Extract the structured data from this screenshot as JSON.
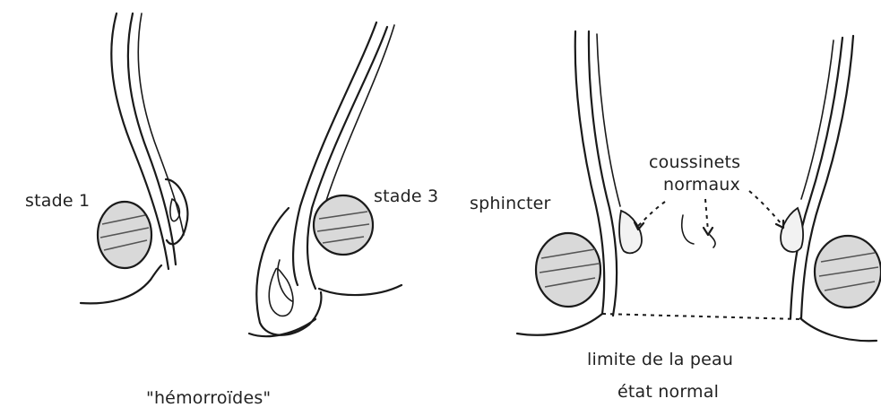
{
  "labels": {
    "stage1": "stade 1",
    "stage3": "stade 3",
    "sphincter": "sphincter",
    "cushions_line1": "coussinets",
    "cushions_line2": "normaux",
    "skin_limit": "limite de la peau",
    "normal_state": "état normal",
    "hemorrhoids_caption": "\"hémorroïdes\""
  },
  "colors": {
    "ink": "#1a1a1a",
    "muscle_fill": "#d9d9d9",
    "background": "#ffffff"
  }
}
